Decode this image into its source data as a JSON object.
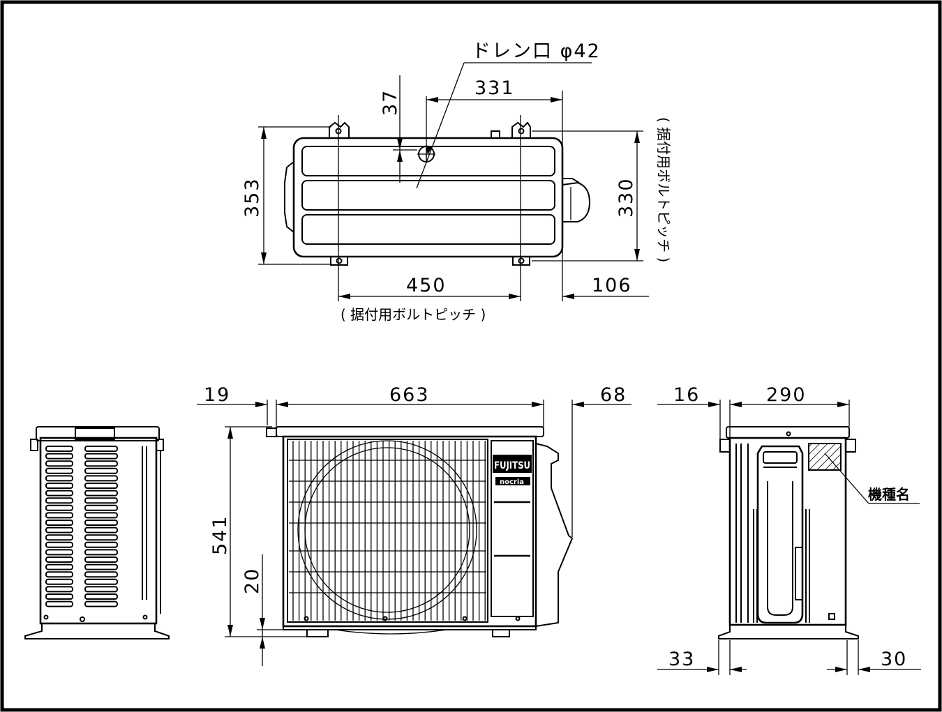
{
  "top_view": {
    "drain_label": "ドレン口 φ42",
    "dim_37": "37",
    "dim_331": "331",
    "dim_353": "353",
    "dim_330": "330",
    "dim_450": "450",
    "dim_106": "106",
    "bolt_pitch_note": "( 据付用ボルトピッチ )",
    "bolt_pitch_note_vertical": "( 据付用ボルトピッチ )"
  },
  "front_view": {
    "dim_19": "19",
    "dim_663": "663",
    "dim_68": "68",
    "dim_541": "541",
    "dim_20": "20",
    "brand_logo": "FUJITSU",
    "sub_logo": "nocria"
  },
  "right_view": {
    "dim_16": "16",
    "dim_290": "290",
    "dim_33": "33",
    "dim_30": "30",
    "model_label": "機種名"
  }
}
